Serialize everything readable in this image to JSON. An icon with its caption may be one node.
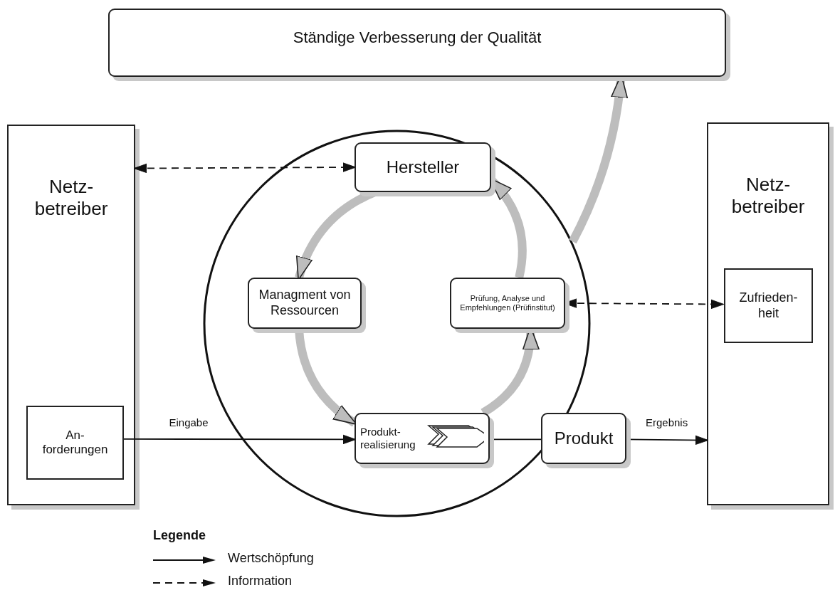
{
  "diagram": {
    "nodes": [
      {
        "text": [
          "Ständige Verbesserung der Qualität"
        ]
      },
      {
        "text": [
          "Netz- betreiber"
        ]
      },
      {
        "text": [
          "An- forderungen"
        ],
        "in": 1
      },
      {
        "text": [],
        "shape": "circle"
      },
      {
        "text": [
          "Hersteller"
        ],
        "in": 3
      },
      {
        "text": [
          "Managment von Ressourcen"
        ],
        "in": 3
      },
      {
        "text": [
          "Prüfung, Analyse und Empfehlungen (Prüfinstitut)"
        ],
        "in": 3
      },
      {
        "text": [
          "Produkt- realisierung"
        ],
        "in": 3
      },
      {
        "text": [
          "Produkt"
        ]
      },
      {
        "text": [
          "Netz- betreiber"
        ]
      },
      {
        "text": [
          "Zufrieden- heit"
        ],
        "in": 9
      }
    ],
    "edges": [
      {
        "from": 1,
        "to": 4,
        "arrow": "both",
        "style": "dashed"
      },
      {
        "from": 4,
        "to": 5,
        "arrow": "to",
        "style": "thick",
        "color": "#bdbdbd"
      },
      {
        "from": 5,
        "to": 7,
        "arrow": "to",
        "style": "thick",
        "color": "#bdbdbd"
      },
      {
        "from": 7,
        "to": 6,
        "arrow": "to",
        "style": "thick",
        "color": "#bdbdbd"
      },
      {
        "from": 6,
        "to": 4,
        "arrow": "to",
        "style": "thick",
        "color": "#bdbdbd"
      },
      {
        "from": 3,
        "to": 0,
        "arrow": "to",
        "style": "thick",
        "color": "#bdbdbd"
      },
      {
        "from": 6,
        "to": 10,
        "arrow": "both",
        "style": "dashed"
      },
      {
        "from": 2,
        "to": 7,
        "arrow": "to",
        "label": "Eingabe"
      },
      {
        "from": 7,
        "to": 8,
        "arrow": "none"
      },
      {
        "from": 8,
        "to": 9,
        "arrow": "to",
        "label": "Ergebnis"
      }
    ],
    "labels": [
      "Legende"
    ],
    "legend": [
      {
        "text": "Wertschöpfung"
      },
      {
        "text": "Information"
      }
    ]
  }
}
